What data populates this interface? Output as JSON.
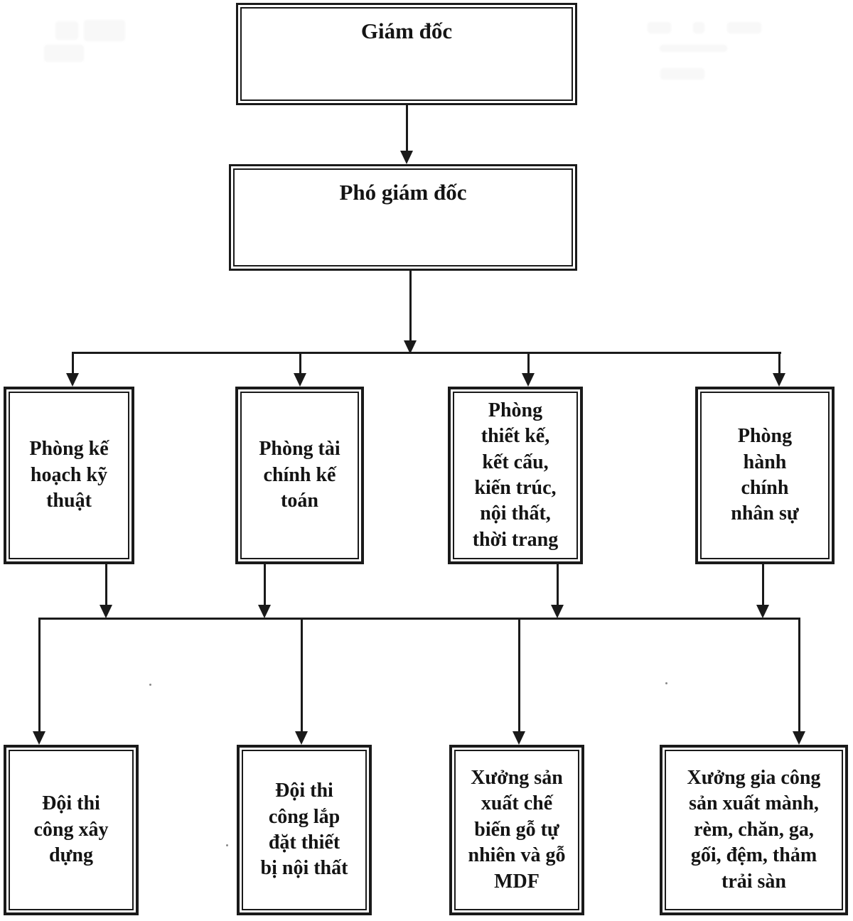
{
  "diagram": {
    "type": "org-chart",
    "nodes": {
      "director": "Giám đốc",
      "deputy_director": "Phó giám đốc",
      "departments": [
        "Phòng kế hoạch kỹ thuật",
        "Phòng tài chính kế toán",
        "Phòng thiết kế, kết cấu, kiến trúc, nội thất, thời trang",
        "Phòng hành chính nhân sự"
      ],
      "units": [
        "Đội thi công xây dựng",
        "Đội thi công lắp đặt thiết bị nội thất",
        "Xưởng sản xuất chế biến gỗ tự nhiên và gỗ MDF",
        "Xưởng gia công sản xuất mành, rèm, chăn, ga, gối, đệm, thảm trải sàn"
      ]
    },
    "edges": [
      {
        "from": "director",
        "to": "deputy_director"
      },
      {
        "from": "deputy_director",
        "to": "departments.0"
      },
      {
        "from": "deputy_director",
        "to": "departments.1"
      },
      {
        "from": "deputy_director",
        "to": "departments.2"
      },
      {
        "from": "deputy_director",
        "to": "departments.3"
      },
      {
        "from": "departments.all",
        "to": "units.0"
      },
      {
        "from": "departments.all",
        "to": "units.1"
      },
      {
        "from": "departments.all",
        "to": "units.2"
      },
      {
        "from": "departments.all",
        "to": "units.3"
      }
    ],
    "colors": {
      "line": "#1a1a1a",
      "box_border": "#1a1a1a",
      "text": "#141414",
      "background": "#ffffff"
    }
  }
}
